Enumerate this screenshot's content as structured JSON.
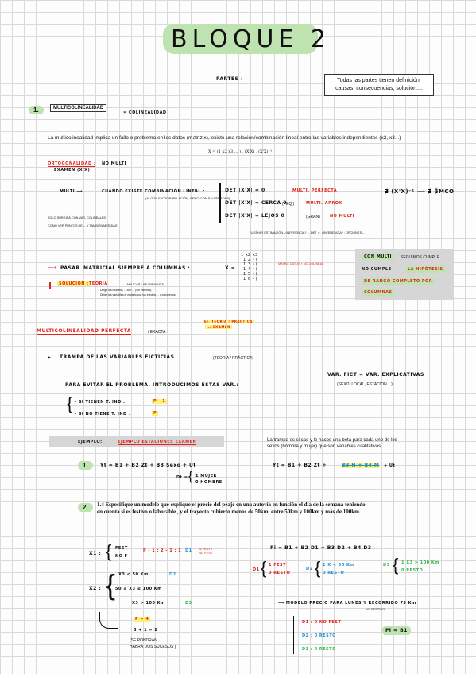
{
  "title": "BLOQUE 2",
  "partes_label": "PARTES :",
  "note_box": "Todas las partes tienen definición, causas, consecuencias, solución....",
  "sec1": {
    "num": "1.",
    "title": "MULTICOLINEALIDAD",
    "eq": "= COLINEALIDAD",
    "definition": "La multicolinealidad implica un fallo o problema en los datos (matriz x), existe una relación/combinación lineal entre las variables independientes (x2, x3...)",
    "matrix_hint": "X = (1  x2  x3 ... ) ,  (X'X) ,  (X'X)⁻¹",
    "ortho_label": "ORTOGONALIDAD :",
    "ortho_val": "NO MULTI",
    "ortho_note": "EXAMEN (X'X)",
    "multi_arrow": "MULTI ⟶",
    "multi_desc": "CUANDO EXISTE COMBINACIÓN LINEAL :",
    "multi_sub": "(ALGÚN FACTOR RELACIÓN, PERO CON SALVEDADES)",
    "det1": "DET |X'X| = 0",
    "det1_note": "MULTI. PERFECTA",
    "det2": "DET |X'X| = CERCA 0",
    "det2_mid": "(PEQ.)",
    "det2_note": "MULTI. APROX",
    "det3": "DET |X'X| = LEJOS 0",
    "det3_mid": "(GRAN)",
    "det3_note": "NO MULTI",
    "right_formula": "∄ (X'X)⁻¹ ⟶ ∄ β̂MCO",
    "right_sub": "↳ SÍ HAY ESTIMACIÓN, ¿INFERENCIA? ... DET ↑ ; ¿INFERENCIA? : OPCIONES ...",
    "left_note1": "SOLO SURGIRÁ CON VAR. COLINEALES",
    "left_note2": "COMO VER PUNTOS DE ... Y TAMBIÉN MEDIDAS",
    "pasar_label": "PASAR",
    "pasar_text": "MATRICIAL SIEMPRE A COLUMNAS :",
    "matrix_x": "X =",
    "matrix_note": "MATRIZ DATOS ≈ NO COLINEAL",
    "solucion_label": "SOLUCIÓN :",
    "solucion_text": "TEORÍA",
    "solucion_sub": "(APLICAR LAS MISMAS 3)",
    "solucion_note1": "Dirigir los modelos ... con ... (sin eliminar).",
    "solucion_note2": "Dirigir las variables al modelo con los efectos ... y conocerlos.",
    "panel_line1a": "CON MULTI",
    "panel_line1b": "SEGUIMOS CUMPLE",
    "panel_line2a": "NO CUMPLE",
    "panel_line2b": "LA HIPÓTESIS",
    "panel_line3": "DE RANGO COMPLETO POR",
    "panel_line4": "COLUMNAS",
    "perfect_label": "MULTICOLINEALIDAD   PERFECTA",
    "perfect_suffix": "/ EXACTA",
    "perfect_note": "EJ. TEORÍA / PRÁCTICA",
    "perfect_note2": "... EXAMEN"
  },
  "trampa": {
    "title": "TRAMPA DE LAS VARIABLES FICTICIAS",
    "sub": "(TEORÍA / PRÁCTICA)",
    "var_label": "VAR. FICT = VAR. EXPLICATIVAS",
    "var_sub": "(SEXO, LOCAL, ESTACIÓN ...)",
    "para_text": "PARA EVITAR EL PROBLEMA, INTRODUCIMOS ESTAS VAR.:",
    "si1": "- SI TIENEN T. IND :",
    "si1_val": "P - 1",
    "si2": "- SI NO TIENE T. IND :",
    "si2_val": "P",
    "ejemplo_label": "EJEMPLO:",
    "ejemplo_val": "EJEMPLO ESTACIONES EXAMEN",
    "ejemplo_note": "La trampa es si cae y le haces una beta para cada uno de los sexos (hombre y mujer) que son variables cualitativas",
    "ex1_num": "1.",
    "ex1_eq": "Yt = B1 + B2 Zt + B3 Sexo + Ut",
    "ex1_right": "Yt = B1 + B2 Zt +",
    "ex1_strike": "B3 H + B4 M",
    "ex1_tail": "+ Ut",
    "dt_label": "Dt =",
    "dt_1": "1 MUJER",
    "dt_0": "0 HOMBRE"
  },
  "sec2": {
    "num": "2.",
    "problem": "1.4 Especifique un modelo que explique el precio del peaje en una autovía en función el día de la semana teniendo en cuenta si es festivo o laborable , y el trayecto cubierto menos de 50km, entre 50km y 100km y más de 100km.",
    "x1_label": "X1 :",
    "x1_a": "FEST",
    "x1_b": "NO F",
    "x1_note": "P - 1 : 2 - 1 : 1",
    "x1_d": "D1",
    "x1_side": "Si FEST / NO FEST",
    "x2_label": "X2 :",
    "x2_a": "X3 < 50 Km",
    "x2_a_d": "D2",
    "x2_b": "50 ≤ X3 ≤ 100 Km",
    "x2_c": "X3 > 100 Km",
    "x2_c_d": "D3",
    "p4_label": "P = 4",
    "p4_eq": "3 + 1 = 2",
    "p4_note1": "(SE PONDRÁN ...",
    "p4_note2": "HABRÁ DOS SUCESOS )",
    "model": "Pi = B1 + B2 D1 + B3 D2 + B4 D3",
    "d1_label": "D1",
    "d1_1": "1 FEST",
    "d1_0": "0 RESTO",
    "d2_label": "D2",
    "d2_1": "1  X < 50 Km",
    "d2_0": "0  RESTO",
    "d3_label": "D3",
    "d3_1": "1  X3 > 100 Km",
    "d3_0": "0  RESTO",
    "modelo_text": "⟶ MODELO PRECIO PARA LUNES Y RECORRIDO 75 Km",
    "modelo_sub": "NO FESTIVO",
    "r1": "D1 : 0  NO FEST",
    "r2": "D2 : 0  RESTO",
    "r3": "D3 : 0  RESTO",
    "result": "Pi = B1"
  }
}
